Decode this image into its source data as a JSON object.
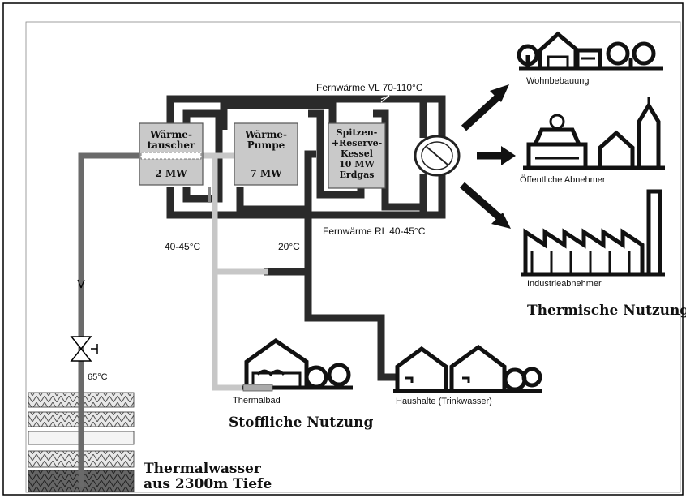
{
  "boxes": {
    "heat_exchanger": {
      "line1": "Wärme-",
      "line2": "tauscher",
      "power": "2 MW"
    },
    "heat_pump": {
      "line1": "Wärme-",
      "line2": "Pumpe",
      "power": "7 MW"
    },
    "peak_boiler": {
      "line1": "Spitzen-",
      "line2": "+Reserve-",
      "line3": "Kessel",
      "line4": "10 MW",
      "line5": "Erdgas"
    }
  },
  "labels": {
    "supply": "Fernwärme VL 70-110°C",
    "return": "Fernwärme RL 40-45°C",
    "temp_40_45": "40-45°C",
    "temp_20": "20°C",
    "temp_65": "65°C",
    "thermalbad": "Thermalbad",
    "haushalte": "Haushalte (Trinkwasser)",
    "wohnbebauung": "Wohnbebauung",
    "oeffentliche": "Öffentliche Abnehmer",
    "industrie": "Industrieabnehmer"
  },
  "headings": {
    "thermische": "Thermische Nutzung",
    "stoffliche": "Stoffliche Nutzung",
    "thermalwasser_line1": "Thermalwasser",
    "thermalwasser_line2": "aus 2300m Tiefe"
  },
  "colors": {
    "pipe_dark": "#2a2a2a",
    "pipe_grey": "#9a9a9a",
    "box_fill": "#c9c9c9"
  }
}
